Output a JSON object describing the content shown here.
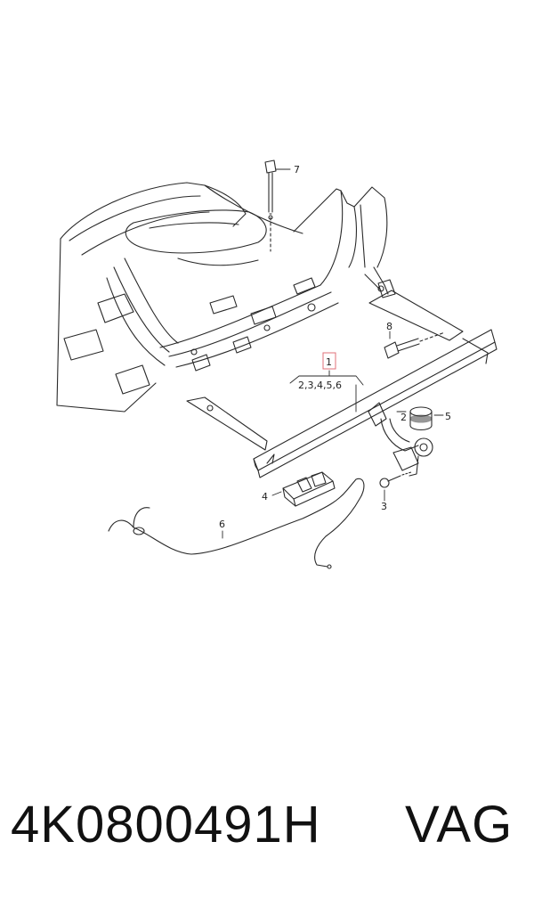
{
  "diagram": {
    "callouts": {
      "main_assembly": "1",
      "sub_parts": "2,3,4,5,6",
      "bumper_pad": "2",
      "ball_head_bolt": "3",
      "socket_bracket": "4",
      "cap": "5",
      "wiring_harness": "6",
      "upper_bolt": "7",
      "side_bolt": "8"
    },
    "highlight_color": "#e0707a"
  },
  "footer": {
    "part_number": "4K0800491H",
    "brand": "VAG"
  }
}
